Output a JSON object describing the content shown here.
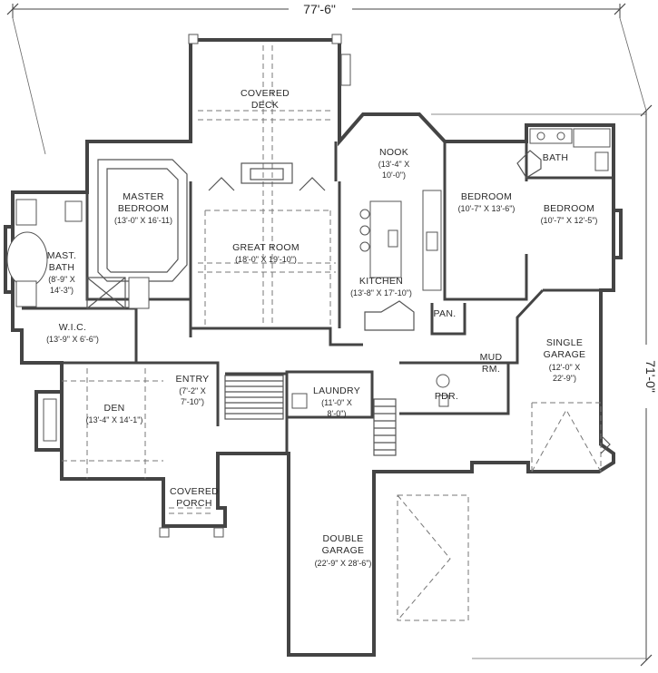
{
  "dimensions": {
    "width": "77'-6\"",
    "depth": "71'-0\""
  },
  "rooms": [
    {
      "id": "covered-deck",
      "name1": "COVERED",
      "name2": "DECK",
      "size": ""
    },
    {
      "id": "nook",
      "name1": "NOOK",
      "name2": "",
      "size1": "(13'-4\" X",
      "size2": "10'-0\")"
    },
    {
      "id": "bath",
      "name1": "BATH",
      "name2": "",
      "size": ""
    },
    {
      "id": "master-bedroom",
      "name1": "MASTER",
      "name2": "BEDROOM",
      "size": "(13'-0\" X 16'-11)"
    },
    {
      "id": "bedroom-1",
      "name1": "BEDROOM",
      "name2": "",
      "size": "(10'-7\" X 13'-6\")"
    },
    {
      "id": "bedroom-2",
      "name1": "BEDROOM",
      "name2": "",
      "size": "(10'-7\" X 12'-5\")"
    },
    {
      "id": "mast-bath",
      "name1": "MAST.",
      "name2": "BATH",
      "size1": "(8'-9\" X",
      "size2": "14'-3\")"
    },
    {
      "id": "great-room",
      "name1": "GREAT ROOM",
      "name2": "",
      "size": "(18'-0\" X 19'-10\")"
    },
    {
      "id": "kitchen",
      "name1": "KITCHEN",
      "name2": "",
      "size": "(13'-8\" X 17'-10\")"
    },
    {
      "id": "pan",
      "name1": "PAN.",
      "name2": "",
      "size": ""
    },
    {
      "id": "wic",
      "name1": "W.I.C.",
      "name2": "",
      "size": "(13'-9\" X 6'-6\")"
    },
    {
      "id": "single-garage",
      "name1": "SINGLE",
      "name2": "GARAGE",
      "size1": "(12'-0\" X",
      "size2": "22'-9\")"
    },
    {
      "id": "mud-rm",
      "name1": "MUD",
      "name2": "RM.",
      "size": ""
    },
    {
      "id": "entry",
      "name1": "ENTRY",
      "name2": "",
      "size1": "(7'-2\" X",
      "size2": "7'-10\")"
    },
    {
      "id": "laundry",
      "name1": "LAUNDRY",
      "name2": "",
      "size1": "(11'-0\" X",
      "size2": "8'-0\")"
    },
    {
      "id": "pdr",
      "name1": "PDR.",
      "name2": "",
      "size": ""
    },
    {
      "id": "den",
      "name1": "DEN",
      "name2": "",
      "size": "(13'-4\" X 14'-1\")"
    },
    {
      "id": "covered-porch",
      "name1": "COVERED",
      "name2": "PORCH",
      "size": ""
    },
    {
      "id": "double-garage",
      "name1": "DOUBLE",
      "name2": "GARAGE",
      "size": "(22'-9\" X 28'-6\")"
    }
  ]
}
